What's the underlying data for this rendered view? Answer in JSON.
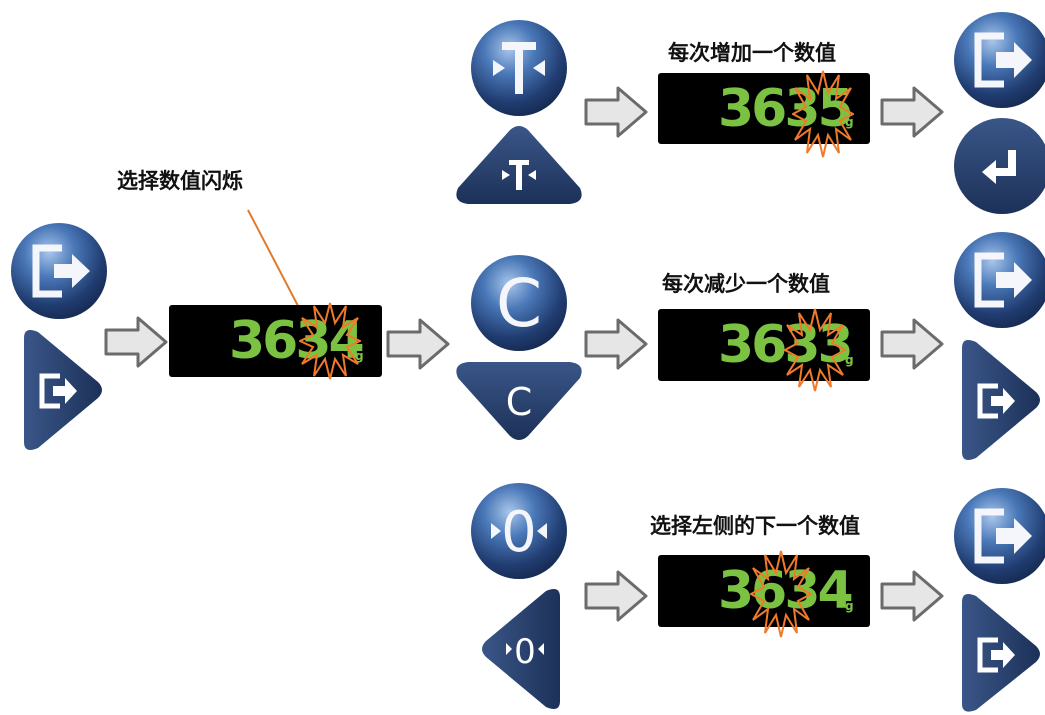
{
  "annotations": {
    "select_flash": "选择数值闪烁",
    "increment": "每次增加一个数值",
    "decrement": "每次减少一个数值",
    "select_left": "选择左侧的下一个数值"
  },
  "displays": {
    "main": {
      "value": "3634",
      "unit": "g"
    },
    "increment": {
      "value": "3635",
      "unit": "g"
    },
    "decrement": {
      "value": "3633",
      "unit": "g"
    },
    "select_left": {
      "value": "3634",
      "unit": "g"
    }
  },
  "keys": {
    "tare_letter": "T",
    "clear_letter": "C",
    "zero_letter": "0"
  },
  "colors": {
    "digit_green": "#7cc242",
    "flash_orange": "#f07a2a",
    "button_navy": "#1f3560",
    "arrow_fill": "#e6e6e6"
  },
  "icons": [
    "exit-icon",
    "tare-icon",
    "clear-icon",
    "zero-icon",
    "enter-icon",
    "arrow-right-icon",
    "flash-burst-icon"
  ]
}
